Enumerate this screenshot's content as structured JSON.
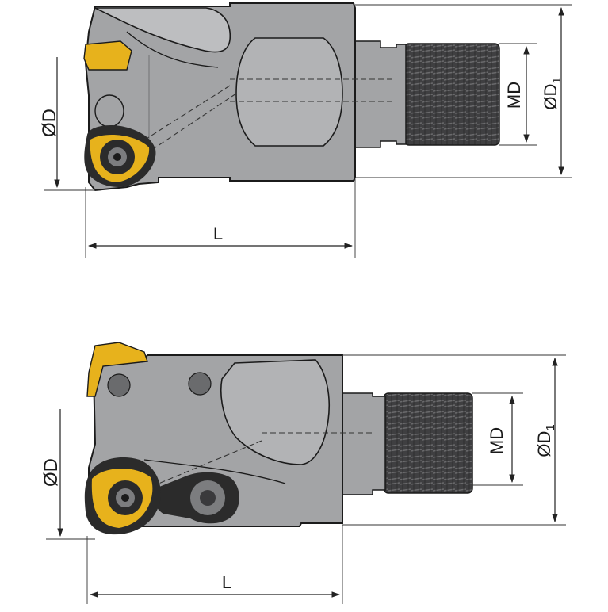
{
  "colors": {
    "body_gray": "#a3a4a6",
    "body_dark": "#8e8f91",
    "thread_dark": "#3f3f41",
    "insert_yellow": "#e7b21c",
    "insert_dark": "#2b2b2b",
    "line": "#1b1b1b"
  },
  "top_view": {
    "labels": {
      "diameter": "ØD",
      "length": "L",
      "module_diameter": "MD",
      "shank_diameter": "ØD",
      "shank_diameter_subscript": "1"
    }
  },
  "bottom_view": {
    "labels": {
      "diameter": "ØD",
      "length": "L",
      "module_diameter": "MD",
      "shank_diameter": "ØD",
      "shank_diameter_subscript": "1"
    }
  },
  "icons": {
    "top_insert": "trigon-insert-icon",
    "bottom_insert": "trigon-insert-icon",
    "clamp": "clamp-lever-icon",
    "screw": "screw-head-icon"
  }
}
